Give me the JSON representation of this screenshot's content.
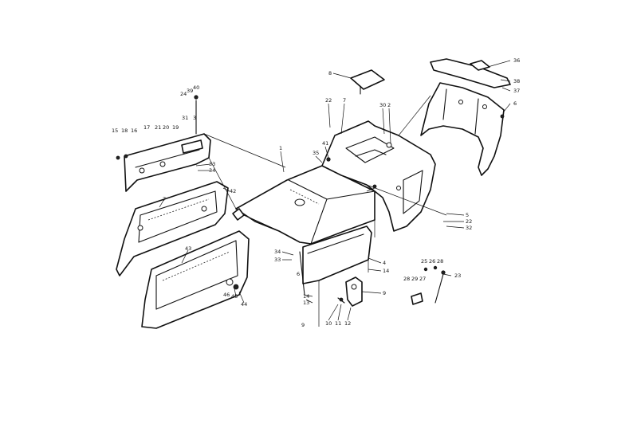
{
  "colors": {
    "ink": "#111111",
    "paper": "#ffffff"
  },
  "callouts": [
    {
      "id": "c8",
      "text": "8"
    },
    {
      "id": "c36",
      "text": "36"
    },
    {
      "id": "c38",
      "text": "38"
    },
    {
      "id": "c37",
      "text": "37"
    },
    {
      "id": "c6a",
      "text": "6"
    },
    {
      "id": "c24",
      "text": "24"
    },
    {
      "id": "c39",
      "text": "39"
    },
    {
      "id": "c40",
      "text": "40"
    },
    {
      "id": "c22a",
      "text": "22"
    },
    {
      "id": "c7a",
      "text": "7"
    },
    {
      "id": "c30",
      "text": "30"
    },
    {
      "id": "c2",
      "text": "2"
    },
    {
      "id": "c15",
      "text": "15"
    },
    {
      "id": "c18",
      "text": "18"
    },
    {
      "id": "c16",
      "text": "16"
    },
    {
      "id": "c17",
      "text": "17"
    },
    {
      "id": "c21",
      "text": "21"
    },
    {
      "id": "c20",
      "text": "20"
    },
    {
      "id": "c19",
      "text": "19"
    },
    {
      "id": "c31",
      "text": "31"
    },
    {
      "id": "c3",
      "text": "3"
    },
    {
      "id": "c41",
      "text": "41"
    },
    {
      "id": "c1",
      "text": "1"
    },
    {
      "id": "c35",
      "text": "35"
    },
    {
      "id": "c33a",
      "text": "33"
    },
    {
      "id": "c34a",
      "text": "34"
    },
    {
      "id": "c42",
      "text": "42"
    },
    {
      "id": "c7b",
      "text": "7"
    },
    {
      "id": "c5",
      "text": "5"
    },
    {
      "id": "c22b",
      "text": "22"
    },
    {
      "id": "c32",
      "text": "32"
    },
    {
      "id": "c43",
      "text": "43"
    },
    {
      "id": "c34b",
      "text": "34"
    },
    {
      "id": "c33b",
      "text": "33"
    },
    {
      "id": "c4",
      "text": "4"
    },
    {
      "id": "c14a",
      "text": "14"
    },
    {
      "id": "c25",
      "text": "25"
    },
    {
      "id": "c26",
      "text": "26"
    },
    {
      "id": "c28a",
      "text": "28"
    },
    {
      "id": "c23",
      "text": "23"
    },
    {
      "id": "c28b",
      "text": "28"
    },
    {
      "id": "c29",
      "text": "29"
    },
    {
      "id": "c27",
      "text": "27"
    },
    {
      "id": "c6b",
      "text": "6"
    },
    {
      "id": "c46",
      "text": "46"
    },
    {
      "id": "c45",
      "text": "45"
    },
    {
      "id": "c44",
      "text": "44"
    },
    {
      "id": "c14b",
      "text": "14"
    },
    {
      "id": "c13",
      "text": "13"
    },
    {
      "id": "c9",
      "text": "9"
    },
    {
      "id": "c10",
      "text": "10"
    },
    {
      "id": "c11",
      "text": "11"
    },
    {
      "id": "c12",
      "text": "12"
    },
    {
      "id": "c0",
      "text": "9"
    }
  ]
}
